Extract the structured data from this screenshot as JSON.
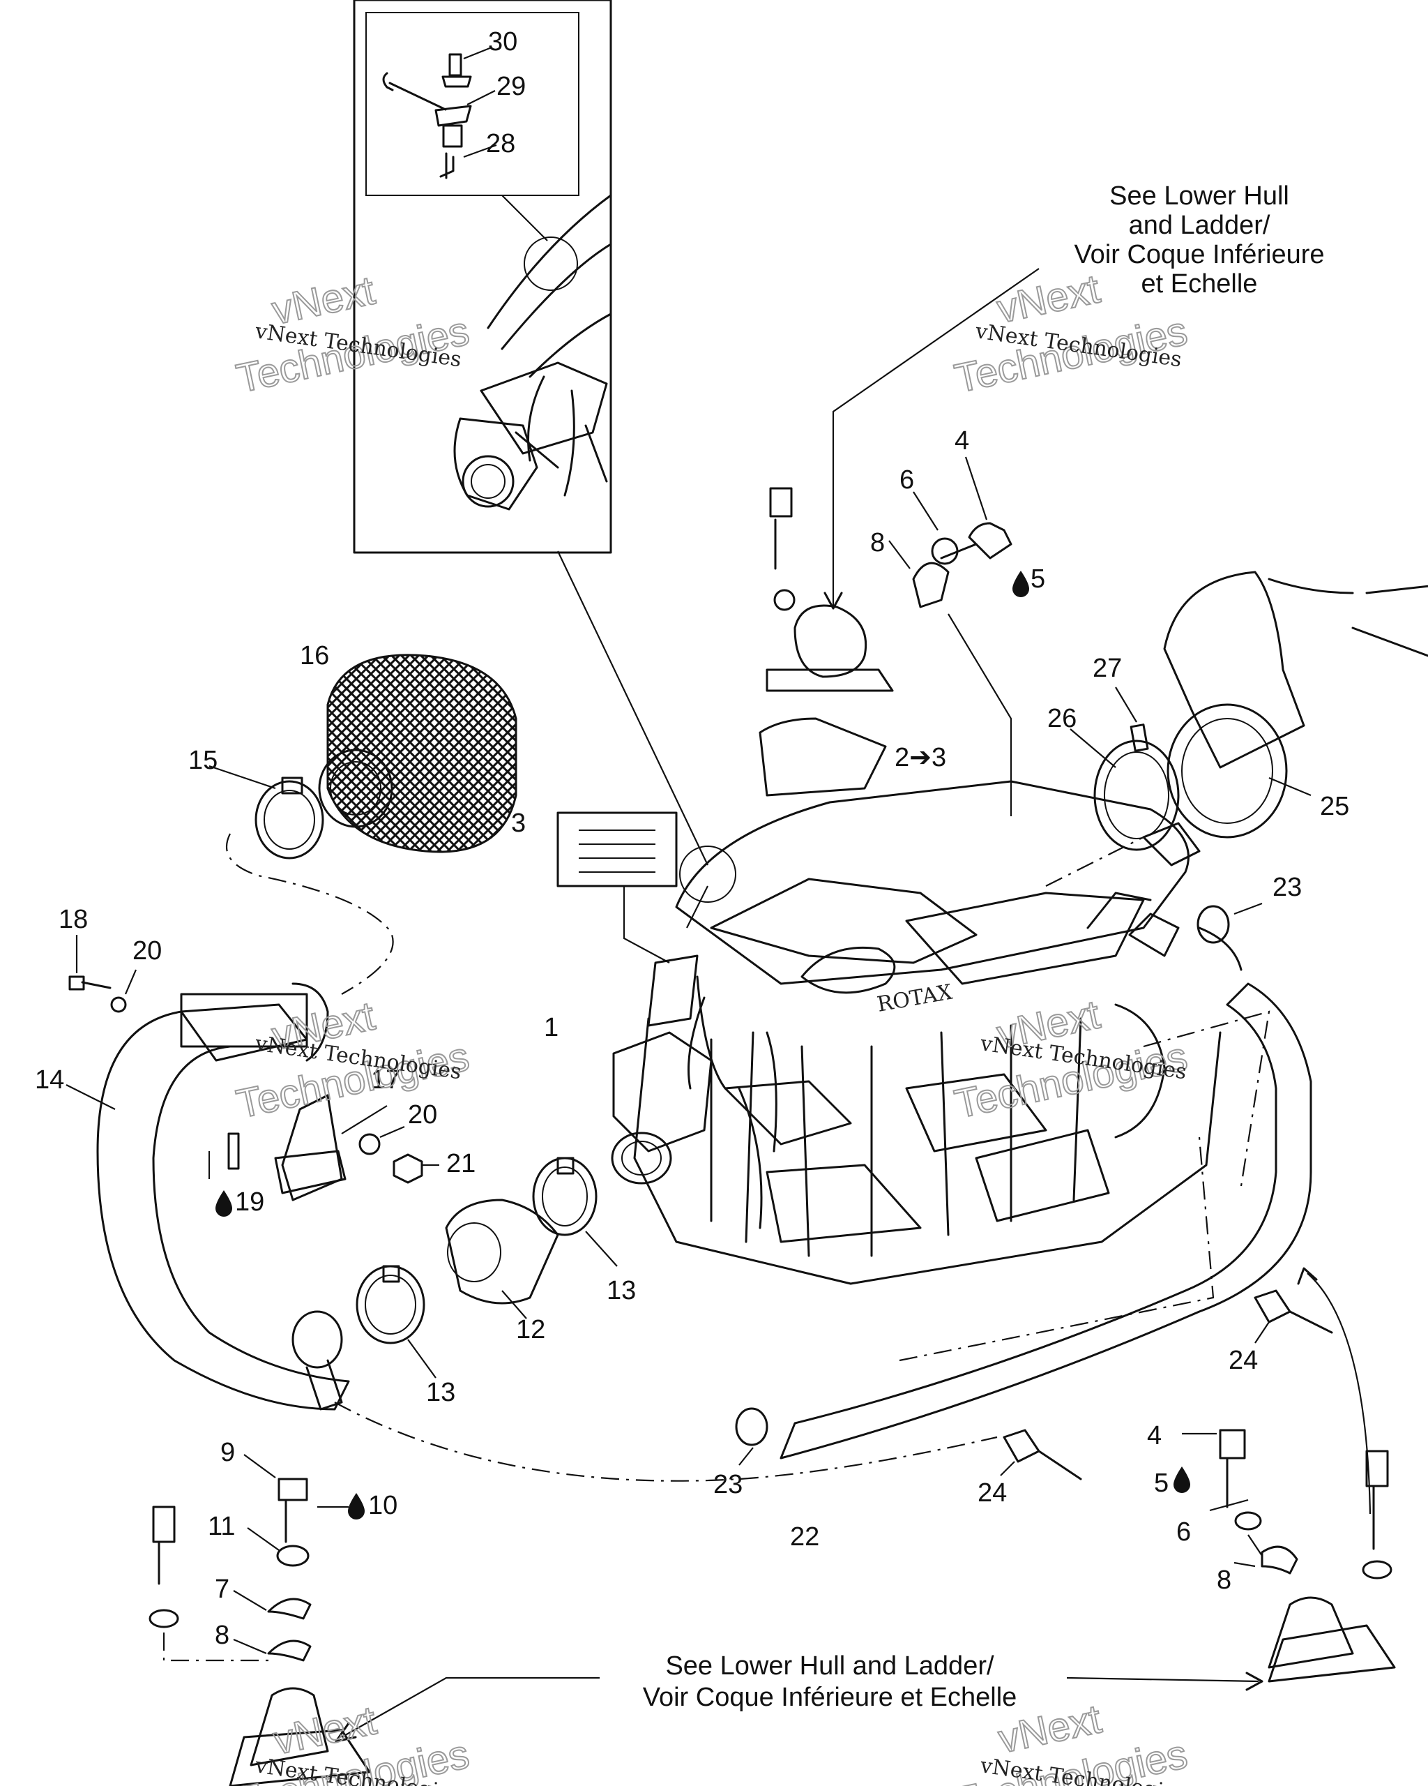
{
  "callouts": [
    {
      "id": "c30",
      "label": "30"
    },
    {
      "id": "c29",
      "label": "29"
    },
    {
      "id": "c28",
      "label": "28"
    },
    {
      "id": "c4a",
      "label": "4"
    },
    {
      "id": "c6a",
      "label": "6"
    },
    {
      "id": "c8a",
      "label": "8"
    },
    {
      "id": "c5a",
      "label": "5"
    },
    {
      "id": "c16",
      "label": "16"
    },
    {
      "id": "c15",
      "label": "15"
    },
    {
      "id": "c27",
      "label": "27"
    },
    {
      "id": "c26",
      "label": "26"
    },
    {
      "id": "c25",
      "label": "25"
    },
    {
      "id": "c2",
      "label": "2➔3"
    },
    {
      "id": "c3",
      "label": "3"
    },
    {
      "id": "c23a",
      "label": "23"
    },
    {
      "id": "c18",
      "label": "18"
    },
    {
      "id": "c20a",
      "label": "20"
    },
    {
      "id": "c1",
      "label": "1"
    },
    {
      "id": "c14",
      "label": "14"
    },
    {
      "id": "c17",
      "label": "17"
    },
    {
      "id": "c20b",
      "label": "20"
    },
    {
      "id": "c21",
      "label": "21"
    },
    {
      "id": "c19",
      "label": "19"
    },
    {
      "id": "c13a",
      "label": "13"
    },
    {
      "id": "c12",
      "label": "12"
    },
    {
      "id": "c13b",
      "label": "13"
    },
    {
      "id": "c24a",
      "label": "24"
    },
    {
      "id": "c9",
      "label": "9"
    },
    {
      "id": "c10",
      "label": "10"
    },
    {
      "id": "c11",
      "label": "11"
    },
    {
      "id": "c7",
      "label": "7"
    },
    {
      "id": "c8b",
      "label": "8"
    },
    {
      "id": "c23b",
      "label": "23"
    },
    {
      "id": "c22",
      "label": "22"
    },
    {
      "id": "c24b",
      "label": "24"
    },
    {
      "id": "c4b",
      "label": "4"
    },
    {
      "id": "c5b",
      "label": "5"
    },
    {
      "id": "c6b",
      "label": "6"
    },
    {
      "id": "c8c",
      "label": "8"
    }
  ],
  "notes": {
    "top_right": [
      "See Lower Hull",
      "and Ladder/",
      "Voir Coque Inférieure",
      "et Echelle"
    ],
    "bottom": [
      "See Lower Hull and Ladder/",
      "Voir Coque Inférieure et Echelle"
    ]
  },
  "watermark": {
    "brand": "vNext",
    "line2": "Technologies",
    "small": "vNext Technologies"
  },
  "label_on_engine": "ROTAX"
}
